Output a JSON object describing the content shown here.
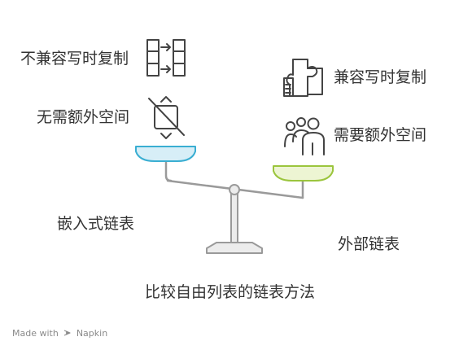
{
  "left_group": {
    "label_top": "不兼容写时复制",
    "label_bottom": "无需额外空间",
    "icon_top": "copy-arrows-icon",
    "icon_bottom": "no-copy-icon",
    "caption": "嵌入式链表",
    "pan_color": "#d7eef7",
    "pan_stroke": "#3aaed2"
  },
  "right_group": {
    "label_top": "兼容写时复制",
    "label_bottom": "需要额外空间",
    "icon_top": "document-puzzle-icon",
    "icon_bottom": "people-group-icon",
    "caption": "外部链表",
    "pan_color": "#edf5d3",
    "pan_stroke": "#9bc53d"
  },
  "title": "比较自由列表的链表方法",
  "footer": {
    "made_with": "Made with",
    "brand": "Napkin"
  }
}
